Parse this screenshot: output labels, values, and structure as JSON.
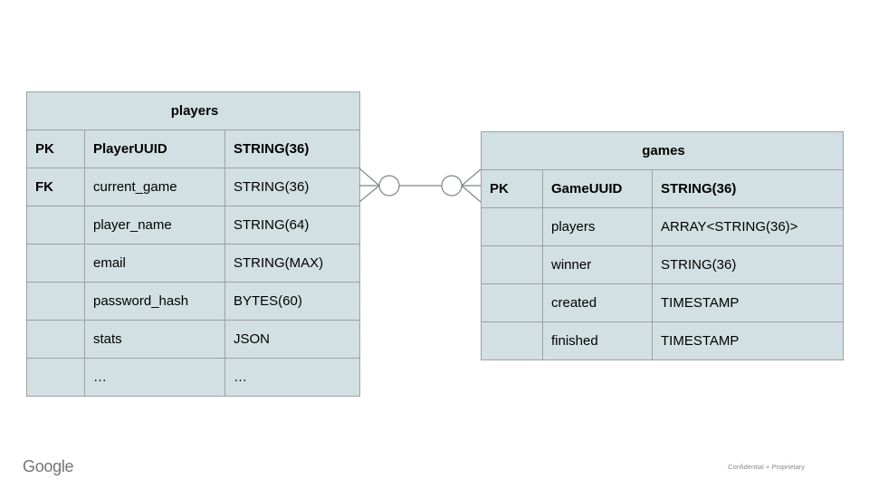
{
  "colors": {
    "table_fill": "#d3e0e3",
    "table_border": "#9ba1a4",
    "connector_stroke": "#7f8588",
    "text": "#000000",
    "footer_gray": "#757575"
  },
  "players_table": {
    "title": "players",
    "rows": [
      {
        "key": "PK",
        "field": "PlayerUUID",
        "type": "STRING(36)"
      },
      {
        "key": "FK",
        "field": "current_game",
        "type": "STRING(36)"
      },
      {
        "key": "",
        "field": "player_name",
        "type": "STRING(64)"
      },
      {
        "key": "",
        "field": "email",
        "type": "STRING(MAX)"
      },
      {
        "key": "",
        "field": "password_hash",
        "type": "BYTES(60)"
      },
      {
        "key": "",
        "field": "stats",
        "type": "JSON"
      },
      {
        "key": "",
        "field": "…",
        "type": "…"
      }
    ]
  },
  "games_table": {
    "title": "games",
    "rows": [
      {
        "key": "PK",
        "field": "GameUUID",
        "type": "STRING(36)"
      },
      {
        "key": "",
        "field": "players",
        "type": "ARRAY<STRING(36)>"
      },
      {
        "key": "",
        "field": "winner",
        "type": "STRING(36)"
      },
      {
        "key": "",
        "field": "created",
        "type": "TIMESTAMP"
      },
      {
        "key": "",
        "field": "finished",
        "type": "TIMESTAMP"
      }
    ]
  },
  "relationship": {
    "notation": "crow's foot",
    "left_cardinality": "zero-or-many",
    "right_cardinality": "zero-or-many"
  },
  "footer": {
    "brand": "Google",
    "note": "Confidential + Proprietary"
  }
}
